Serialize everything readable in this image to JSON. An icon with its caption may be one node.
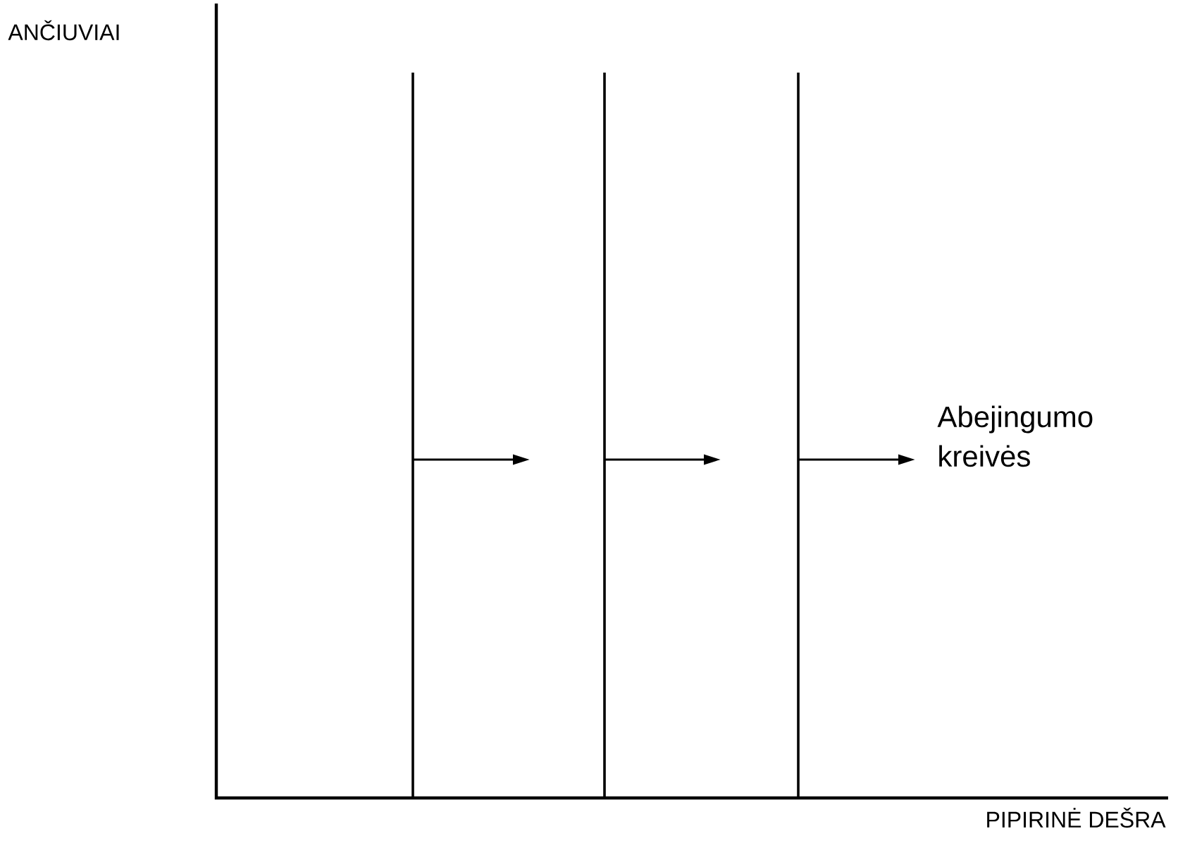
{
  "diagram": {
    "labels": [
      "ANČIUVIAI",
      "Abejingumo kreivės",
      "PIPIRINĖ DEŠRA"
    ]
  }
}
